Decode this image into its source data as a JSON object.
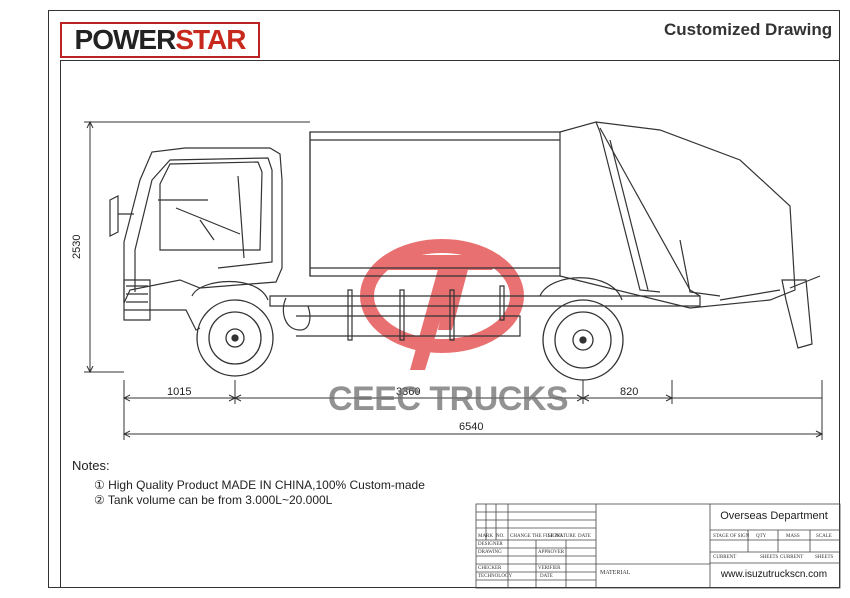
{
  "brand": {
    "logo_part1": "POWER",
    "logo_part2": "STAR"
  },
  "header": {
    "title": "Customized Drawing"
  },
  "dimensions": {
    "height": "2530",
    "front_overhang": "1015",
    "wheelbase": "3360",
    "rear_overhang": "820",
    "overall_length": "6540"
  },
  "watermark": {
    "text": "CEEC TRUCKS"
  },
  "notes": {
    "title": "Notes:",
    "items": [
      "① High Quality Product MADE IN CHINA,100% Custom-made",
      "② Tank volume can be from 3.000L~20.000L"
    ]
  },
  "title_block": {
    "department": "Overseas Department",
    "website": "www.isuzutruckscn.com",
    "material_label": "MATERIAL",
    "row_labels": [
      "DESIGNER",
      "DRAWING",
      "CHECKER",
      "TECHNOLOGY"
    ],
    "col_labels": [
      "APPROVER",
      "VERIFIER",
      "DATE"
    ],
    "right_headers": [
      "STAGE OF SIGN",
      "QTY",
      "MASS",
      "SCALE"
    ],
    "sheet_labels": [
      "CURRENT",
      "SHEETS",
      "CURRENT",
      "SHEETS"
    ],
    "header_row": [
      "MARK",
      "NO.",
      "CHANGE THE FILE NO.",
      "SIGNATURE",
      "DATE"
    ]
  },
  "colors": {
    "brand_red": "#c8291d",
    "line": "#333333",
    "watermark_gray": "#6e6e6e"
  }
}
